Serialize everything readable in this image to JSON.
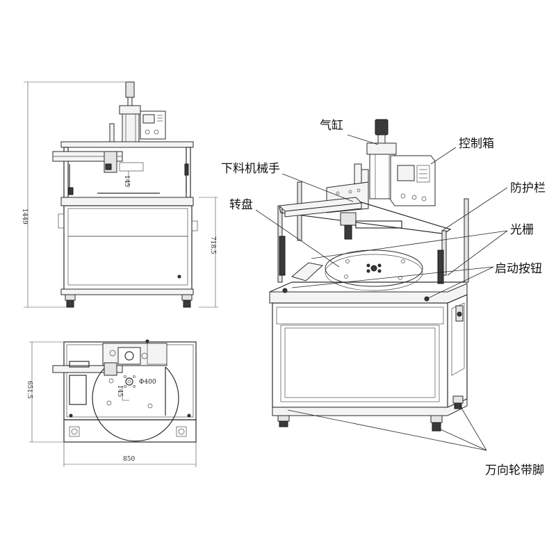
{
  "dimensions": {
    "overall_height": "1449",
    "cabinet_height": "718.5",
    "top_view_depth": "651.5",
    "top_view_width": "850",
    "inner_height": "145",
    "turntable_diameter": "Φ400"
  },
  "callouts": {
    "air_cylinder": "气缸",
    "control_box": "控制箱",
    "unloading_manipulator": "下料机械手",
    "protective_rail": "防护栏",
    "turntable": "转盘",
    "light_curtain": "光栅",
    "start_button": "启动按钮",
    "caster_wheels": "万向轮带脚"
  }
}
